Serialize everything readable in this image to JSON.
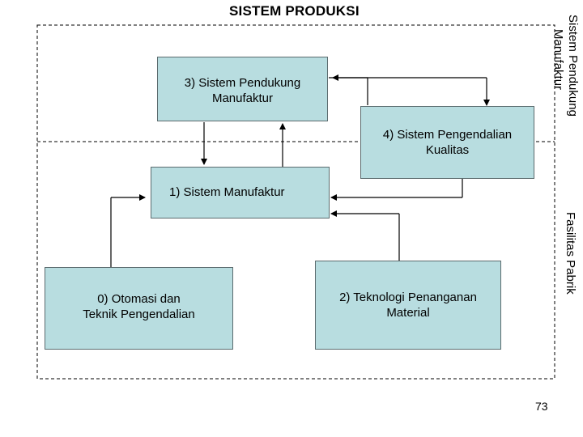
{
  "title": "SISTEM PRODUKSI",
  "boxes": {
    "pendukung": [
      "3) Sistem Pendukung",
      "Manufaktur"
    ],
    "pengendalian": [
      "4) Sistem Pengendalian",
      "Kualitas"
    ],
    "manufaktur": [
      "1) Sistem Manufaktur"
    ],
    "otomasi": [
      "0) Otomasi dan",
      "Teknik Pengendalian"
    ],
    "teknologi": [
      "2) Teknologi Penanganan",
      "Material"
    ]
  },
  "side_labels": {
    "top": [
      "Sistem Pendukung",
      "Manufaktur"
    ],
    "bottom": "Fasilitas Pabrik"
  },
  "page_number": "73"
}
